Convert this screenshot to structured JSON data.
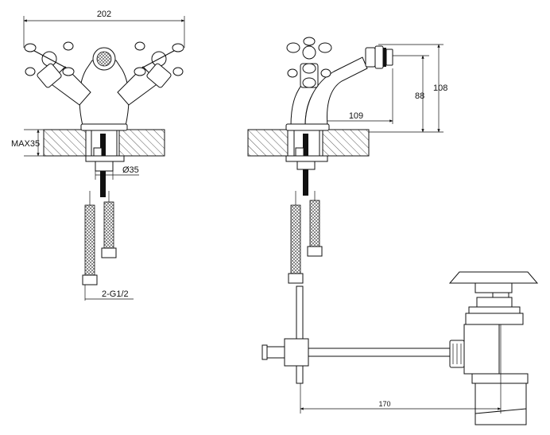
{
  "dimensions": {
    "front_width": "202",
    "deck_thickness": "MAX35",
    "tail_diameter": "Ø35",
    "inlet_thread": "2-G1/2",
    "spout_reach": "109",
    "spout_height": "88",
    "total_height": "108",
    "waste_offset": "170"
  },
  "colors": {
    "line": "#111111",
    "background": "#ffffff"
  }
}
